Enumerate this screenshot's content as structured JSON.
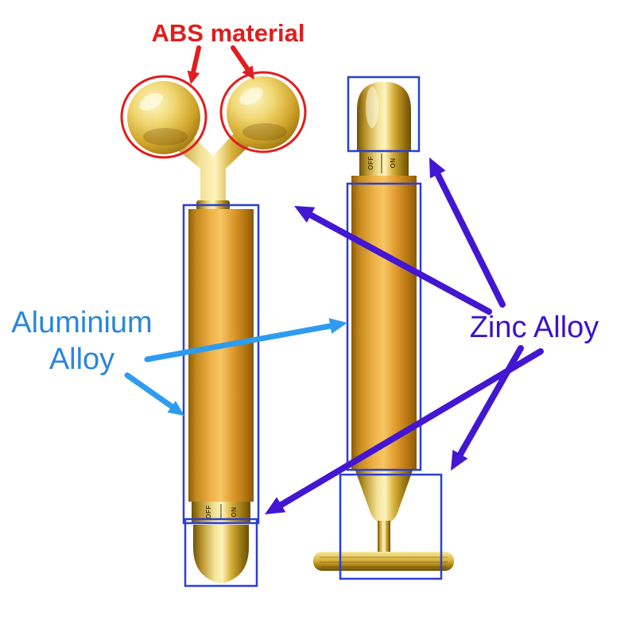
{
  "annotations": {
    "abs_material": "ABS material",
    "aluminium_line1": "Aluminium",
    "aluminium_line2": "Alloy",
    "zinc_alloy": "Zinc Alloy"
  },
  "switch_labels": {
    "off": "OFF",
    "on": "ON"
  },
  "colors": {
    "abs_red": "#e11d1d",
    "aluminium_blue": "#2a86dd",
    "zinc_purple": "#3c13c9",
    "arrow_blue": "#2e9bf0",
    "arrow_purple": "#4316d2",
    "outline_blue": "#2b3fd4",
    "circle_red": "#e11d1d",
    "switch_text": "#4a3a10",
    "gold_metal": "#d9b23a",
    "orange_aluminium": "#e8a838",
    "background": "#ffffff"
  }
}
